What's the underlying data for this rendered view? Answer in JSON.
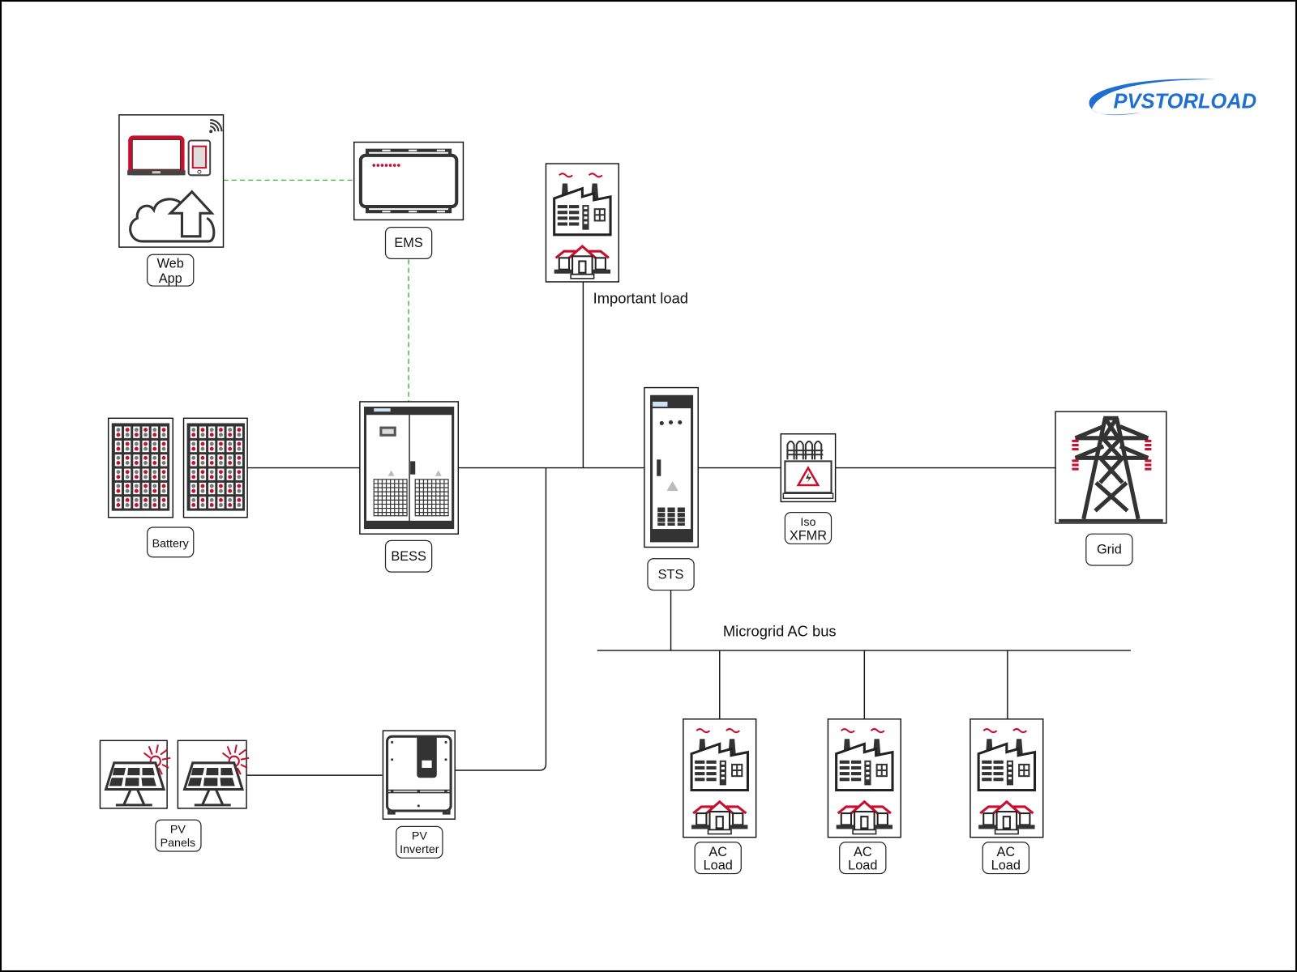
{
  "logo": {
    "text": "PVSTORLOAD",
    "color": "#1f6fd1"
  },
  "colors": {
    "accent_red": "#c8102e",
    "comm_line": "#3cb93c",
    "wire": "#111111"
  },
  "components": {
    "webapp": {
      "label_line1": "Web",
      "label_line2": "App",
      "icons": [
        "tablet-icon",
        "phone-icon",
        "wifi-icon",
        "cloud-upload-icon"
      ]
    },
    "ems": {
      "label": "EMS"
    },
    "battery": {
      "label": "Battery",
      "count": 2
    },
    "bess": {
      "label": "BESS"
    },
    "important_load": {
      "caption": "Important load"
    },
    "sts": {
      "label": "STS"
    },
    "iso_xfmr": {
      "label_line1": "Iso",
      "label_line2": "XFMR"
    },
    "grid": {
      "label": "Grid"
    },
    "pv_panels": {
      "label_line1": "PV",
      "label_line2": "Panels",
      "count": 2
    },
    "pv_inverter": {
      "label_line1": "PV",
      "label_line2": "Inverter"
    },
    "microgrid_bus": {
      "caption": "Microgrid AC bus"
    },
    "ac_loads": [
      {
        "label_line1": "AC",
        "label_line2": "Load"
      },
      {
        "label_line1": "AC",
        "label_line2": "Load"
      },
      {
        "label_line1": "AC",
        "label_line2": "Load"
      }
    ]
  },
  "connections": [
    {
      "from": "Web App",
      "to": "EMS",
      "type": "communication"
    },
    {
      "from": "EMS",
      "to": "BESS",
      "type": "communication"
    },
    {
      "from": "Battery",
      "to": "BESS",
      "type": "power"
    },
    {
      "from": "BESS",
      "to": "STS",
      "type": "power"
    },
    {
      "from": "Important load",
      "to": "BESS-STS line",
      "type": "power"
    },
    {
      "from": "PV Inverter",
      "to": "BESS-STS line",
      "type": "power"
    },
    {
      "from": "PV Panels",
      "to": "PV Inverter",
      "type": "power"
    },
    {
      "from": "STS",
      "to": "Iso XFMR",
      "type": "power"
    },
    {
      "from": "Iso XFMR",
      "to": "Grid",
      "type": "power"
    },
    {
      "from": "STS",
      "to": "Microgrid AC bus",
      "type": "power"
    },
    {
      "from": "Microgrid AC bus",
      "to": "AC Load",
      "type": "power"
    }
  ]
}
